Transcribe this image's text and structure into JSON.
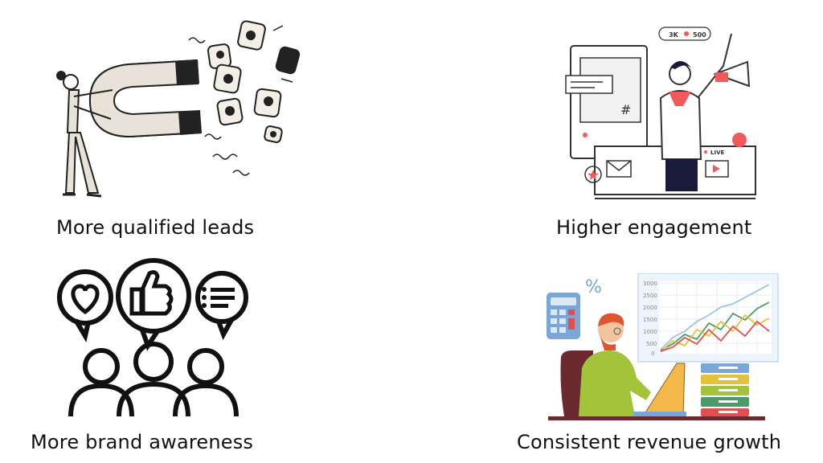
{
  "benefits": [
    {
      "caption": "More qualified leads",
      "icon": "magnet-leads-icon"
    },
    {
      "caption": "Higher engagement",
      "icon": "megaphone-social-icon"
    },
    {
      "caption": "More brand awareness",
      "icon": "audience-feedback-icon"
    },
    {
      "caption": "Consistent revenue growth",
      "icon": "revenue-chart-icon"
    }
  ],
  "social": {
    "followers": "3K",
    "likes": "500",
    "live_label": "LIVE",
    "hashtag": "#"
  },
  "analytics": {
    "percent_symbol": "%",
    "y_ticks": [
      "3000",
      "2500",
      "2000",
      "1500",
      "1000",
      "500",
      "0"
    ]
  },
  "colors": {
    "accent_red": "#f05a5a",
    "shirt_green": "#a3c43a",
    "chart_blue": "#7aa6d8",
    "ink": "#111111"
  }
}
